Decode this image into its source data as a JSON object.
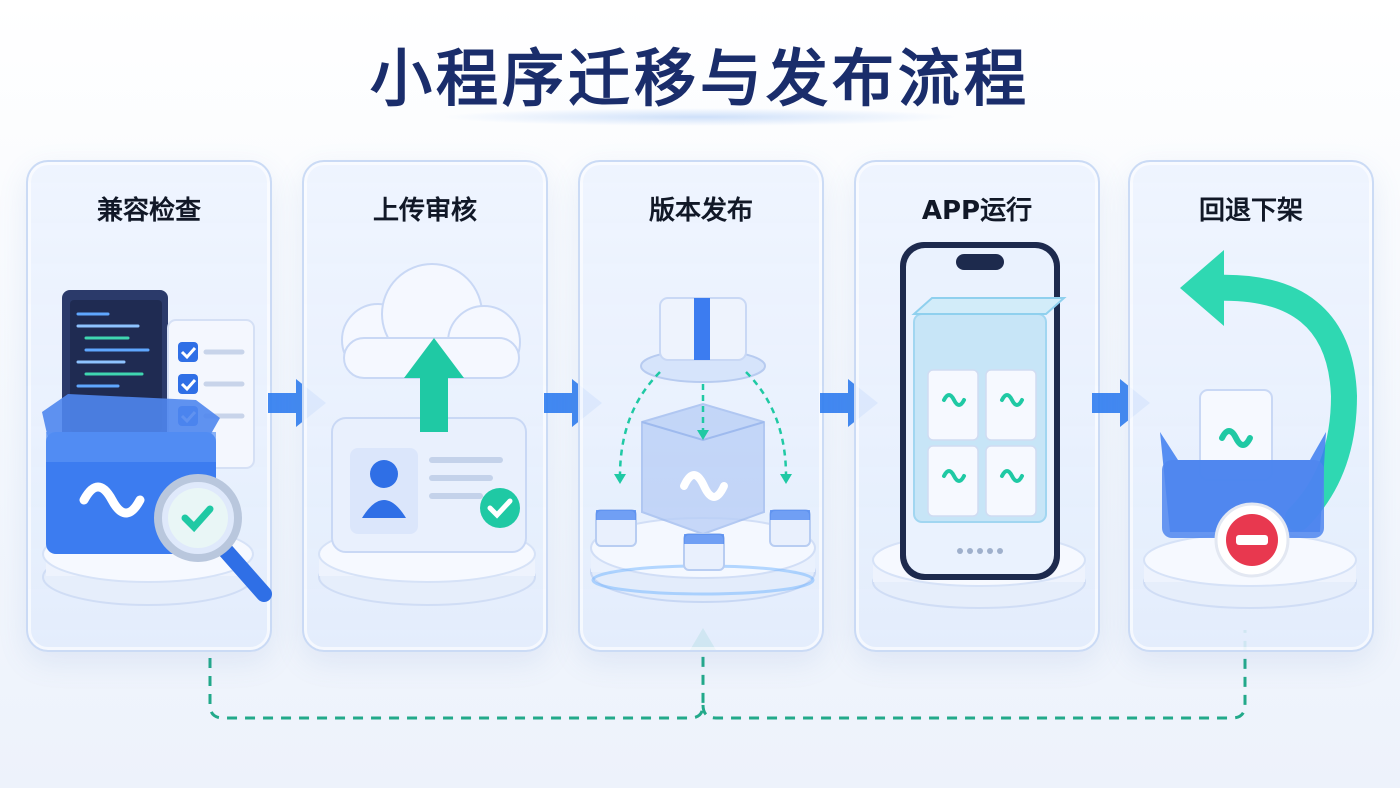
{
  "title": "小程序迁移与发布流程",
  "steps": [
    {
      "label": "兼容检查",
      "icon": "compatibility-check-icon"
    },
    {
      "label": "上传审核",
      "icon": "upload-review-icon"
    },
    {
      "label": "版本发布",
      "icon": "version-release-icon"
    },
    {
      "label": "APP运行",
      "icon": "app-running-icon"
    },
    {
      "label": "回退下架",
      "icon": "rollback-delist-icon"
    }
  ],
  "colors": {
    "title": "#1a2d6b",
    "primary_blue": "#2f6fe6",
    "accent_green": "#1fc9a4",
    "stop_red": "#e8384f",
    "loop_dash": "#22a98a"
  }
}
